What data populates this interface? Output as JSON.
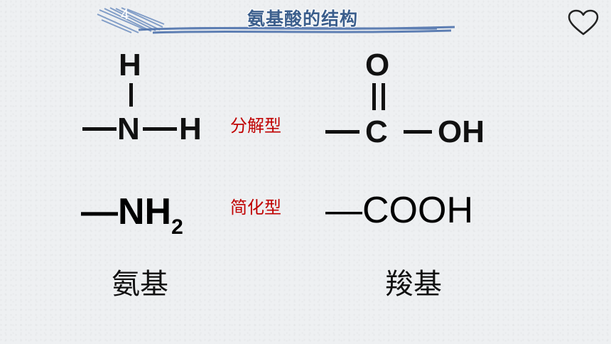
{
  "header": {
    "slide_number": "4",
    "title": "氨基酸的结构"
  },
  "amino_expanded": {
    "top_h": "H",
    "n": "N",
    "right_h": "H"
  },
  "carboxyl_expanded": {
    "o": "O",
    "c": "C",
    "oh": "OH"
  },
  "labels": {
    "expanded_type": "分解型",
    "simplified_type": "简化型"
  },
  "simplified": {
    "amino_main": "—NH",
    "amino_sub": "2",
    "carboxyl": "—COOH"
  },
  "names": {
    "amino": "氨基",
    "carboxyl": "羧基"
  },
  "colors": {
    "label_red": "#c00000",
    "header_blue": "#3b5e8c"
  },
  "icons": {
    "favorite": "heart-icon"
  }
}
